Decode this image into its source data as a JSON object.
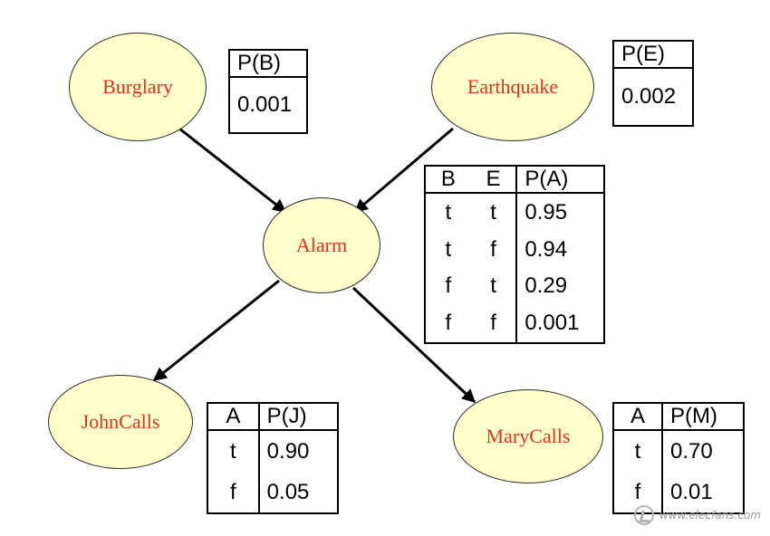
{
  "nodes": {
    "burglary": "Burglary",
    "earthquake": "Earthquake",
    "alarm": "Alarm",
    "johncalls": "JohnCalls",
    "marycalls": "MaryCalls"
  },
  "cpt_b": {
    "header": "P(B)",
    "value": "0.001"
  },
  "cpt_e": {
    "header": "P(E)",
    "value": "0.002"
  },
  "cpt_a": {
    "headers": [
      "B",
      "E",
      "P(A)"
    ],
    "rows": [
      [
        "t",
        "t",
        "0.95"
      ],
      [
        "t",
        "f",
        "0.94"
      ],
      [
        "f",
        "t",
        "0.29"
      ],
      [
        "f",
        "f",
        "0.001"
      ]
    ]
  },
  "cpt_j": {
    "headers": [
      "A",
      "P(J)"
    ],
    "rows": [
      [
        "t",
        "0.90"
      ],
      [
        "f",
        "0.05"
      ]
    ]
  },
  "cpt_m": {
    "headers": [
      "A",
      "P(M)"
    ],
    "rows": [
      [
        "t",
        "0.70"
      ],
      [
        "f",
        "0.01"
      ]
    ]
  },
  "watermark": "www.elecfans.com",
  "colors": {
    "node_fill": "#ffffcc",
    "node_text": "#e0301e",
    "edge": "#000000"
  }
}
